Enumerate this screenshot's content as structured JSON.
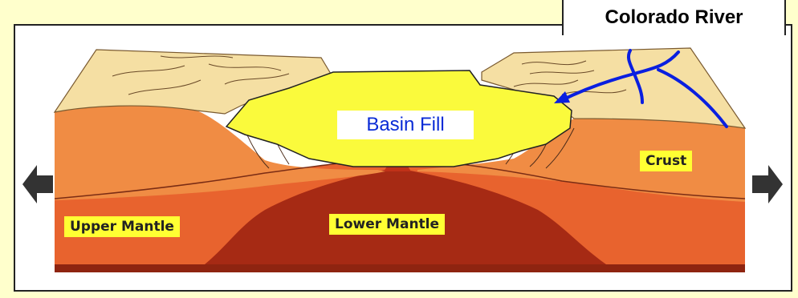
{
  "labels": {
    "colorado_river": "Colorado River",
    "basin_fill": "Basin Fill",
    "crust": "Crust",
    "upper_mantle": "Upper Mantle",
    "lower_mantle": "Lower Mantle"
  },
  "colors": {
    "background": "#ffffcc",
    "crust": "#f08c44",
    "upper_mantle": "#e8632e",
    "lower_mantle": "#a62a14",
    "surface": "#f5dfa3",
    "basin_fill": "#fafa3c",
    "river": "#0a1fe0",
    "label_box": "#ffff33"
  },
  "icons": {
    "left_arrow": "arrow-left-icon",
    "right_arrow": "arrow-right-icon"
  }
}
